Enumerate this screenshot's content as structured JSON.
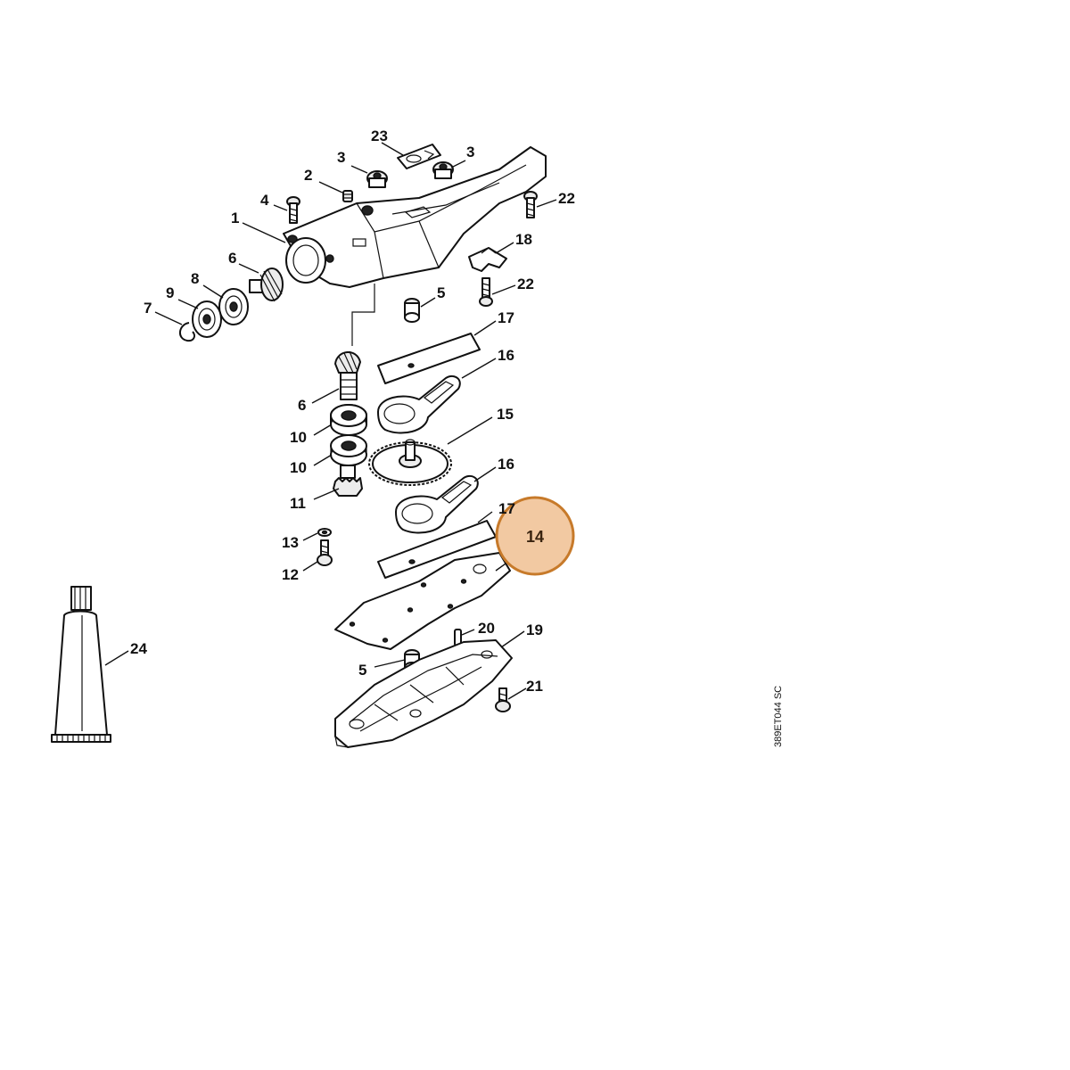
{
  "diagram": {
    "drawing_code": "389ET044 SC",
    "highlighted_part": "14",
    "highlight_fill": "#f2c9a2",
    "highlight_stroke": "#c77a2a",
    "callouts": [
      {
        "id": "c1",
        "text": "1"
      },
      {
        "id": "c2",
        "text": "2"
      },
      {
        "id": "c3a",
        "text": "3"
      },
      {
        "id": "c3b",
        "text": "3"
      },
      {
        "id": "c4",
        "text": "4"
      },
      {
        "id": "c5a",
        "text": "5"
      },
      {
        "id": "c5b",
        "text": "5"
      },
      {
        "id": "c6a",
        "text": "6"
      },
      {
        "id": "c6b",
        "text": "6"
      },
      {
        "id": "c7",
        "text": "7"
      },
      {
        "id": "c8",
        "text": "8"
      },
      {
        "id": "c9",
        "text": "9"
      },
      {
        "id": "c10a",
        "text": "10"
      },
      {
        "id": "c10b",
        "text": "10"
      },
      {
        "id": "c11",
        "text": "11"
      },
      {
        "id": "c12",
        "text": "12"
      },
      {
        "id": "c13",
        "text": "13"
      },
      {
        "id": "c14",
        "text": "14"
      },
      {
        "id": "c15",
        "text": "15"
      },
      {
        "id": "c16a",
        "text": "16"
      },
      {
        "id": "c16b",
        "text": "16"
      },
      {
        "id": "c17a",
        "text": "17"
      },
      {
        "id": "c17b",
        "text": "17"
      },
      {
        "id": "c18",
        "text": "18"
      },
      {
        "id": "c19",
        "text": "19"
      },
      {
        "id": "c20",
        "text": "20"
      },
      {
        "id": "c21",
        "text": "21"
      },
      {
        "id": "c22a",
        "text": "22"
      },
      {
        "id": "c22b",
        "text": "22"
      },
      {
        "id": "c23",
        "text": "23"
      },
      {
        "id": "c24",
        "text": "24"
      }
    ]
  }
}
